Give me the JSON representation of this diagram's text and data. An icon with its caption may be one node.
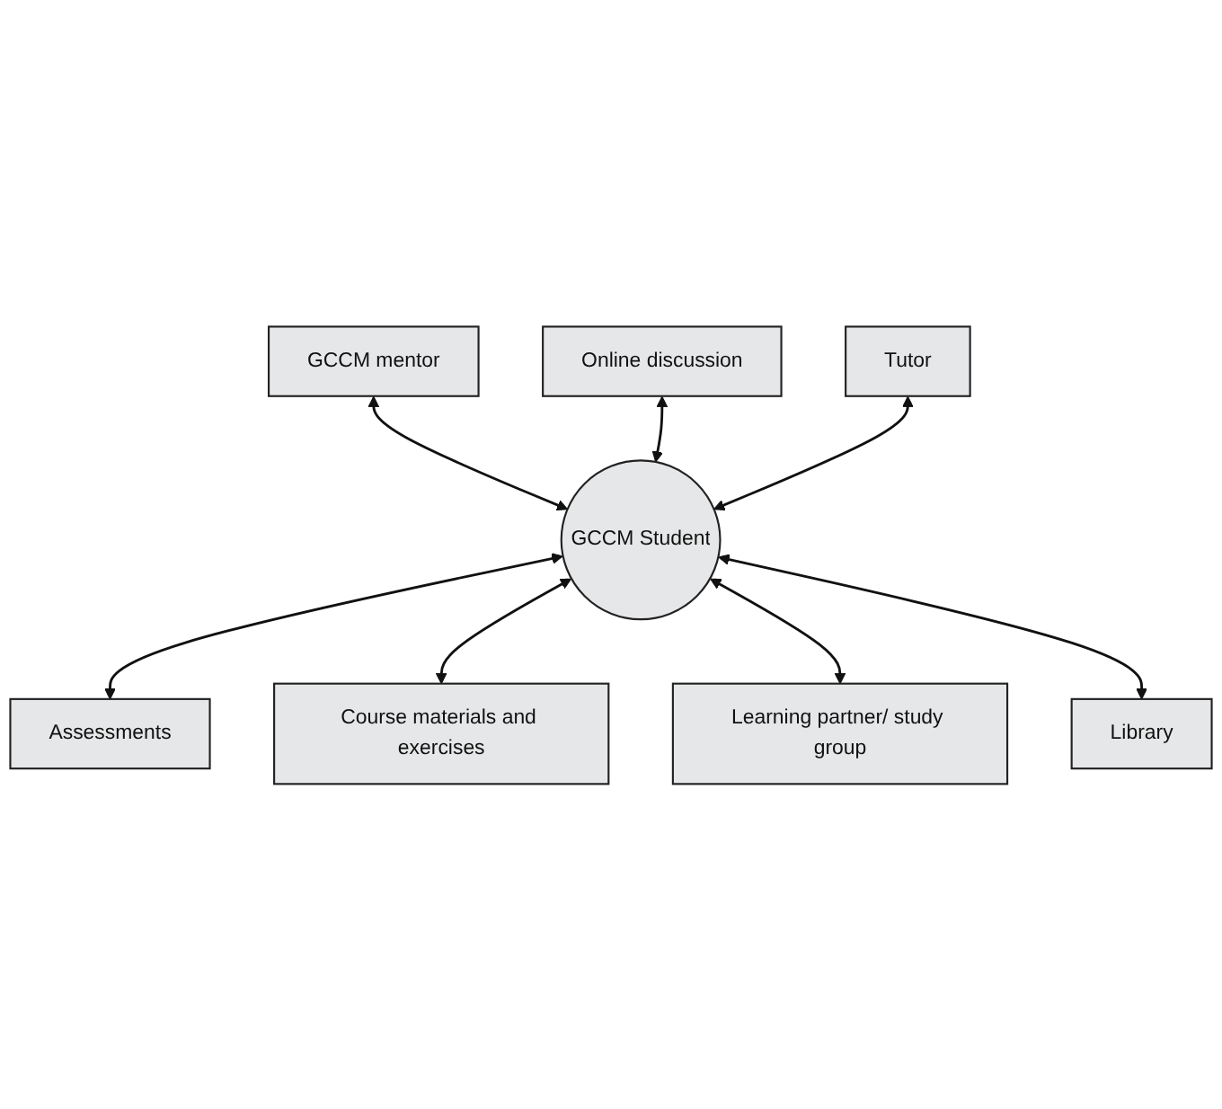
{
  "diagram": {
    "nodes": [
      {
        "text": [
          "GCCM mentor"
        ]
      },
      {
        "text": [
          "Online discussion"
        ]
      },
      {
        "text": [
          "Tutor"
        ]
      },
      {
        "text": [
          "GCCM Student"
        ]
      },
      {
        "text": [
          "Assessments"
        ]
      },
      {
        "text": [
          "Library"
        ]
      },
      {
        "text": [
          "Course materials and exercises"
        ]
      },
      {
        "text": [
          "Learning partner/ study group"
        ]
      }
    ],
    "edges": [
      {
        "from": 3,
        "to": 0,
        "arrow": "both"
      },
      {
        "from": 3,
        "to": 1,
        "arrow": "both"
      },
      {
        "from": 3,
        "to": 4,
        "arrow": "both"
      },
      {
        "from": 3,
        "to": 6,
        "arrow": "both"
      },
      {
        "from": 3,
        "to": 7,
        "arrow": "both"
      },
      {
        "from": 3,
        "to": 5,
        "arrow": "both"
      },
      {
        "from": 3,
        "to": 2,
        "arrow": "both"
      }
    ]
  }
}
